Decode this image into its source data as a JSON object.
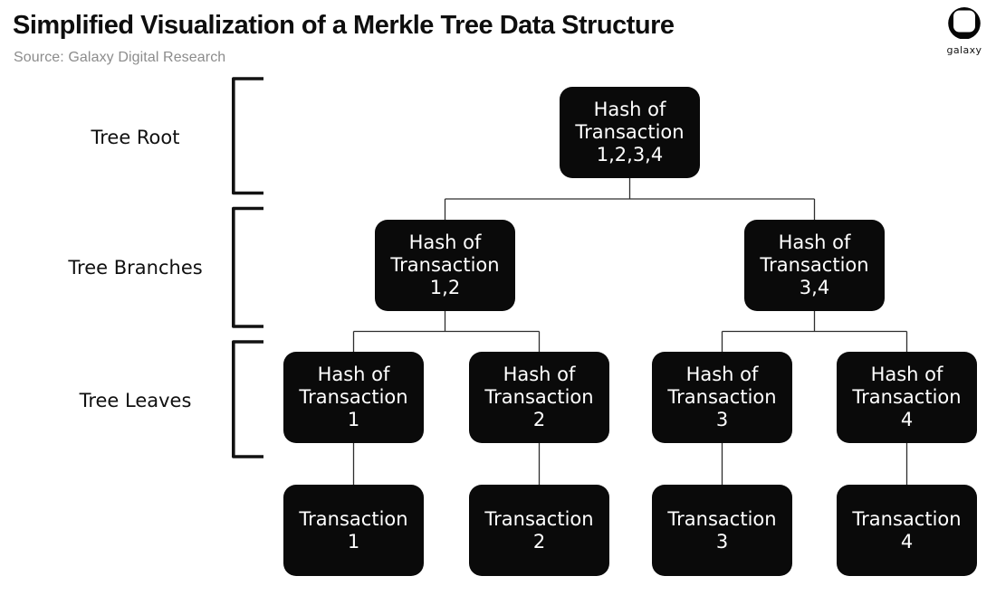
{
  "header": {
    "title": "Simplified Visualization of a Merkle Tree Data Structure",
    "source": "Source: Galaxy Digital Research"
  },
  "logo": {
    "label": "galaxy"
  },
  "row_labels": {
    "root": "Tree Root",
    "branches": "Tree Branches",
    "leaves": "Tree Leaves"
  },
  "tree": {
    "root": {
      "lines": [
        "Hash of",
        "Transaction",
        "1,2,3,4"
      ]
    },
    "branches": [
      {
        "lines": [
          "Hash of",
          "Transaction",
          "1,2"
        ]
      },
      {
        "lines": [
          "Hash of",
          "Transaction",
          "3,4"
        ]
      }
    ],
    "leaves": [
      {
        "lines": [
          "Hash of",
          "Transaction",
          "1"
        ]
      },
      {
        "lines": [
          "Hash of",
          "Transaction",
          "2"
        ]
      },
      {
        "lines": [
          "Hash of",
          "Transaction",
          "3"
        ]
      },
      {
        "lines": [
          "Hash of",
          "Transaction",
          "4"
        ]
      }
    ],
    "transactions": [
      {
        "lines": [
          "Transaction",
          "1"
        ]
      },
      {
        "lines": [
          "Transaction",
          "2"
        ]
      },
      {
        "lines": [
          "Transaction",
          "3"
        ]
      },
      {
        "lines": [
          "Transaction",
          "4"
        ]
      }
    ]
  },
  "colors": {
    "box_bg": "#0a0a0a",
    "box_text": "#ffffff",
    "connector_line": "#2e2e2e",
    "bracket": "#121212",
    "title_text": "#0e0e0e",
    "source_text": "#8c8c8c"
  }
}
